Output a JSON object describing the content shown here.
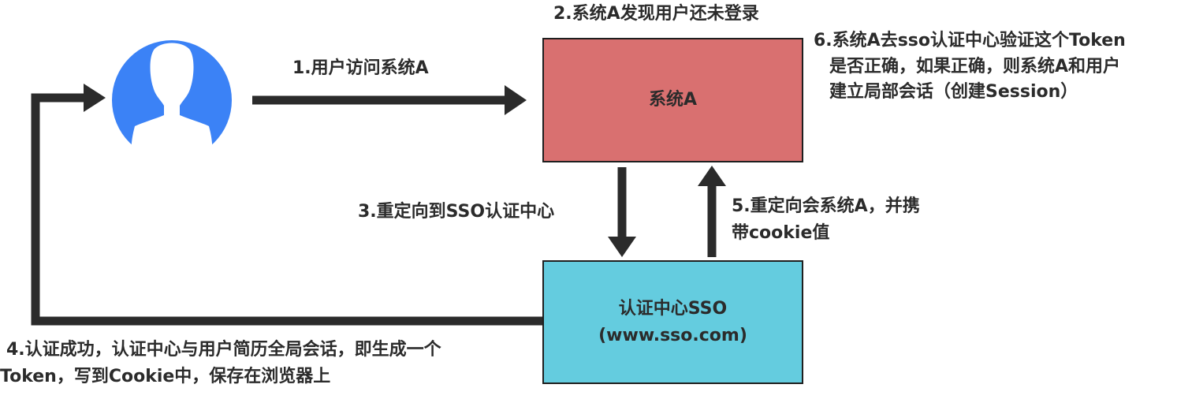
{
  "nodes": {
    "user": {
      "icon": "user-avatar-icon",
      "color": "#3b82f6"
    },
    "system_a": {
      "label": "系统A",
      "fill": "#d97070"
    },
    "sso": {
      "label_line1": "认证中心SSO",
      "label_line2": "(www.sso.com)",
      "fill": "#64ccdf"
    }
  },
  "steps": {
    "step1": "1.用户访问系统A",
    "step2": "2.系统A发现用户还未登录",
    "step3": "3.重定向到SSO认证中心",
    "step4_line1": "4.认证成功，认证中心与用户简历全局会话，即生成一个",
    "step4_line2": "Token，写到Cookie中，保存在浏览器上",
    "step5_line1": "5.重定向会系统A，并携",
    "step5_line2": "带cookie值",
    "step6_line1": "6.系统A去sso认证中心验证这个Token",
    "step6_line2": "是否正确，如果正确，则系统A和用户",
    "step6_line3": "建立局部会话（创建Session）"
  },
  "colors": {
    "arrow": "#2b2b2b"
  }
}
